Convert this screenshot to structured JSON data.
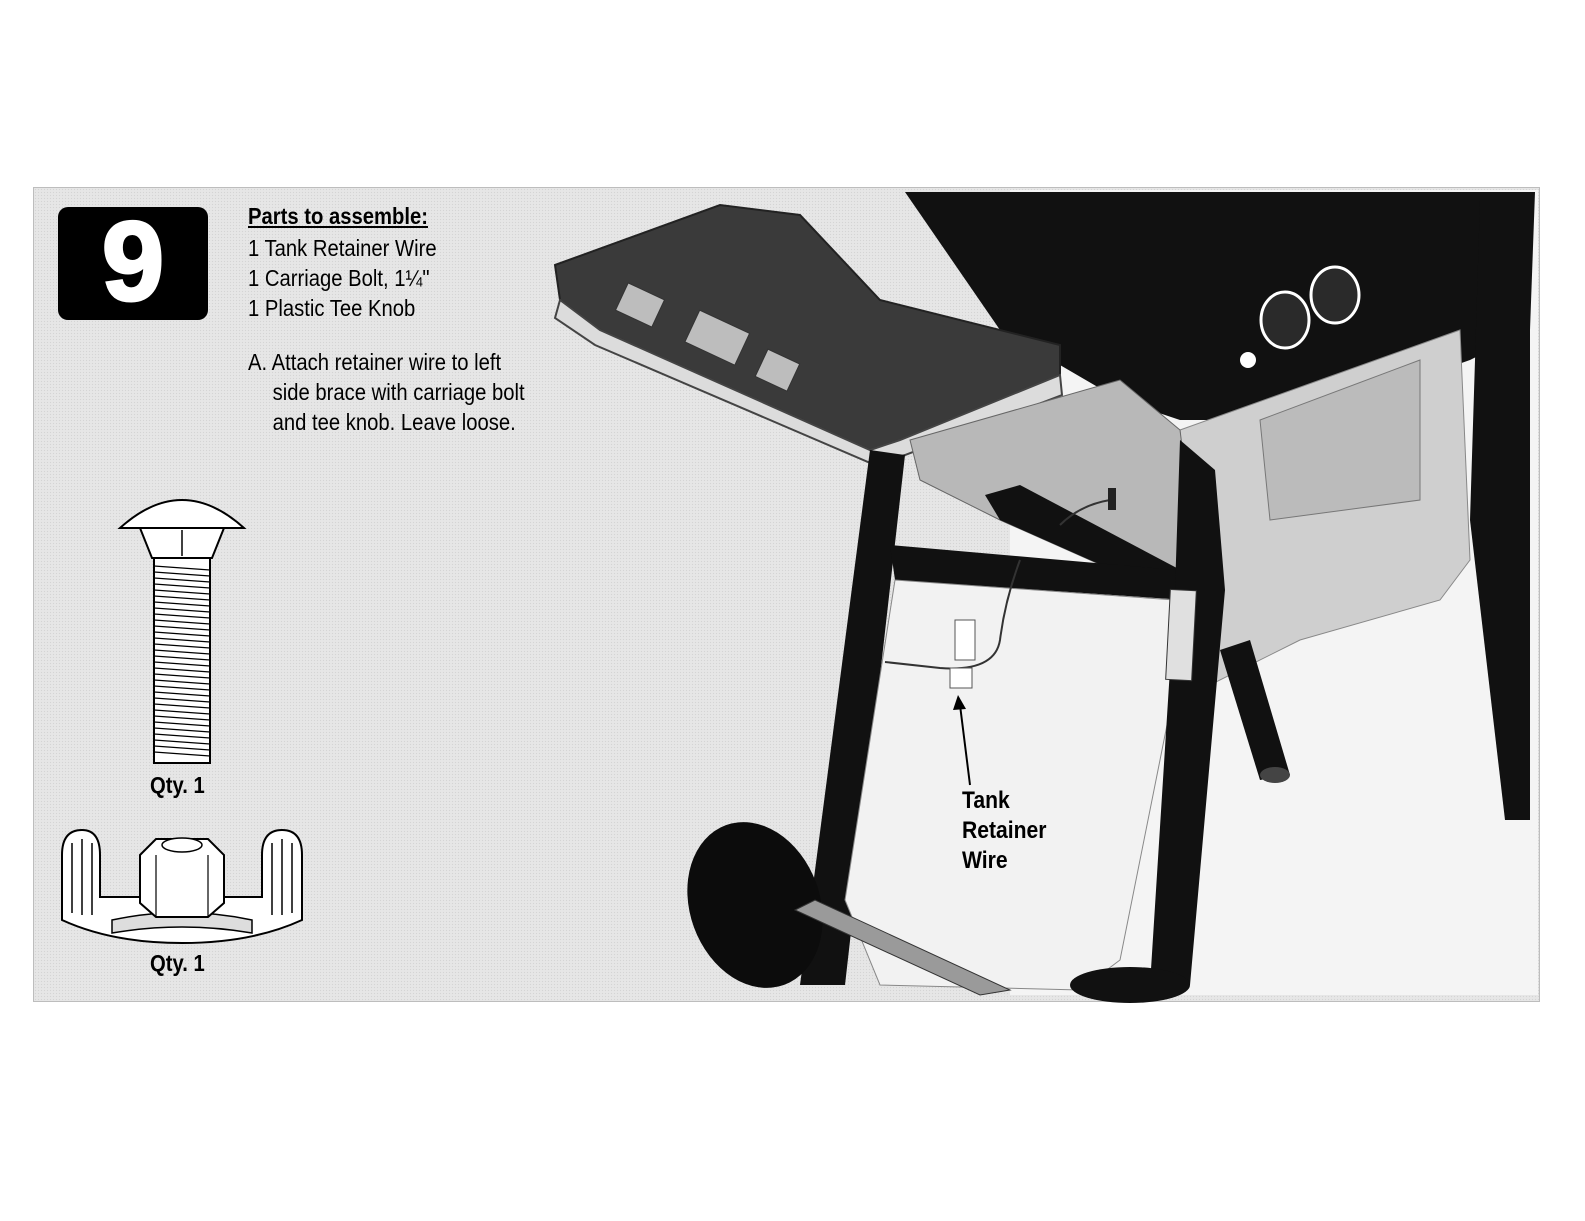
{
  "step": {
    "number": "9"
  },
  "parts": {
    "title": "Parts to assemble:",
    "items": [
      "1 Tank Retainer Wire",
      "1 Carriage Bolt, 1¼\"",
      "1 Plastic Tee Knob"
    ]
  },
  "instruction": {
    "lines": [
      "A. Attach retainer wire to left",
      "side brace with carriage bolt",
      "and tee knob. Leave loose."
    ]
  },
  "hardware": [
    {
      "icon": "carriage-bolt-icon",
      "qty": "Qty. 1"
    },
    {
      "icon": "tee-knob-icon",
      "qty": "Qty. 1"
    }
  ],
  "callout": {
    "lines": [
      "Tank",
      "Retainer",
      "Wire"
    ]
  },
  "colors": {
    "panel": "#e6e6e6",
    "badge": "#000000",
    "line": "#000000"
  }
}
